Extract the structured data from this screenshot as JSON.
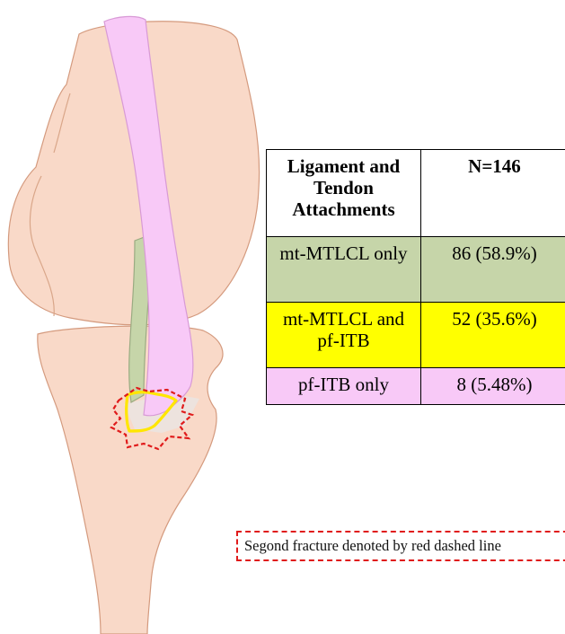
{
  "colors": {
    "bone_fill": "#f9d9c8",
    "bone_stroke": "#d49a7e",
    "mtlcl_green": "#c6d5a9",
    "itb_pink": "#f8c9f7",
    "combined_yellow": "#ffff00",
    "fracture_dashed_red": "#e01b1b",
    "fracture_region": "#ede3de"
  },
  "table": {
    "header": [
      "Ligament and Tendon Attachments",
      "N=146"
    ],
    "rows": [
      {
        "label": "mt-MTLCL only",
        "value": "86 (58.9%)",
        "color": "#c6d5a9"
      },
      {
        "label": "mt-MTLCL and pf-ITB",
        "value": "52 (35.6%)",
        "color": "#ffff00"
      },
      {
        "label": "pf-ITB only",
        "value": "8 (5.48%)",
        "color": "#f8c9f7"
      }
    ]
  },
  "legend": {
    "text": "Segond fracture denoted by red dashed line"
  }
}
